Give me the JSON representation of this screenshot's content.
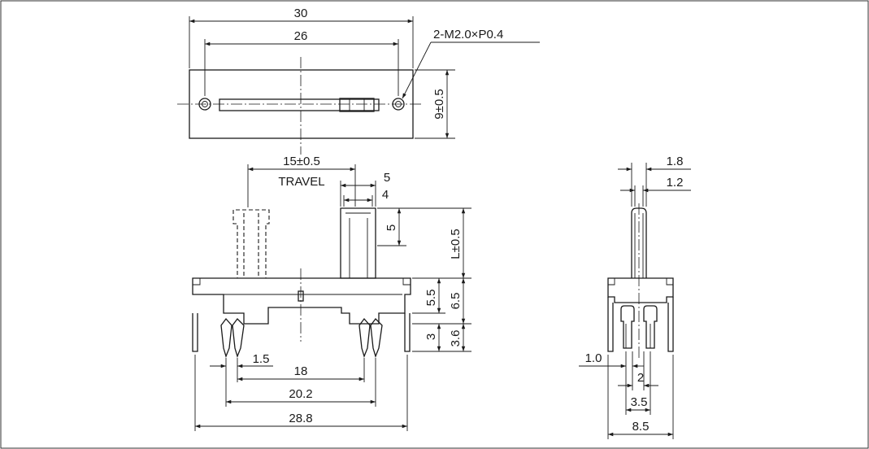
{
  "dimensions": {
    "top_width_outer": "30",
    "top_width_holes": "26",
    "mount_holes": "2-M2.0×P0.4",
    "top_height": "9±0.5",
    "travel_value": "15±0.5",
    "travel_label": "TRAVEL",
    "knob_5": "5",
    "knob_4": "4",
    "knob_height_5": "5",
    "lever_length": "L±0.5",
    "body_5_5": "5.5",
    "body_6_5": "6.5",
    "pin_3": "3",
    "pin_3_6": "3.6",
    "pin_1_5": "1.5",
    "pitch_18": "18",
    "pitch_20_2": "20.2",
    "overall_28_8": "28.8",
    "side_1_8": "1.8",
    "side_1_2": "1.2",
    "side_1_0": "1.0",
    "side_2": "2",
    "side_3_5": "3.5",
    "side_8_5": "8.5"
  }
}
